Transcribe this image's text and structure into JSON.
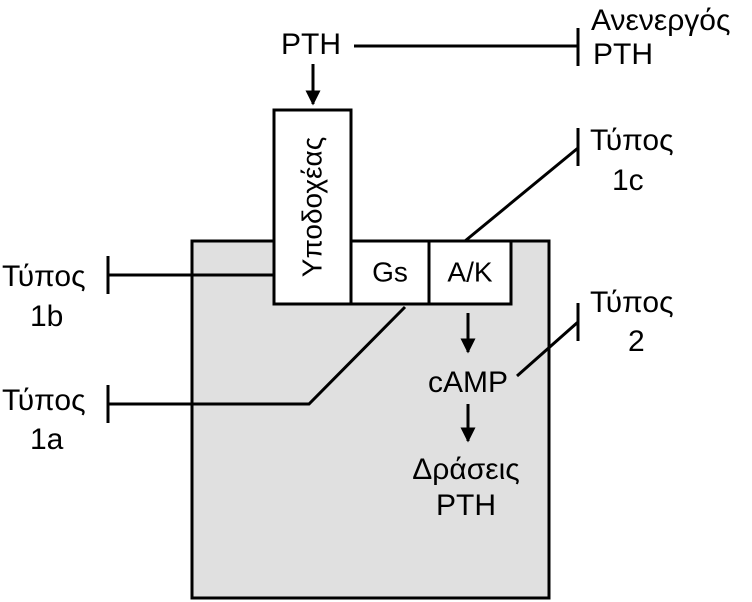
{
  "colors": {
    "stroke": "#000000",
    "cell_fill": "#e0e0e0",
    "box_fill": "#ffffff",
    "background": "#ffffff"
  },
  "top": {
    "pth": "PTH",
    "inactive_pth_line1": "Ανενεργός",
    "inactive_pth_line2": "PTH"
  },
  "receptor": {
    "label": "Υποδοχέας"
  },
  "gs": {
    "label": "Gs"
  },
  "ak": {
    "label": "A/K"
  },
  "camp": {
    "label": "cAMP"
  },
  "actions": {
    "line1": "Δράσεις",
    "line2": "PTH"
  },
  "types": {
    "t1a": {
      "line1": "Τύπος",
      "line2": "1a"
    },
    "t1b": {
      "line1": "Τύπος",
      "line2": "1b"
    },
    "t1c": {
      "line1": "Τύπος",
      "line2": "1c"
    },
    "t2": {
      "line1": "Τύπος",
      "line2": "2"
    }
  }
}
